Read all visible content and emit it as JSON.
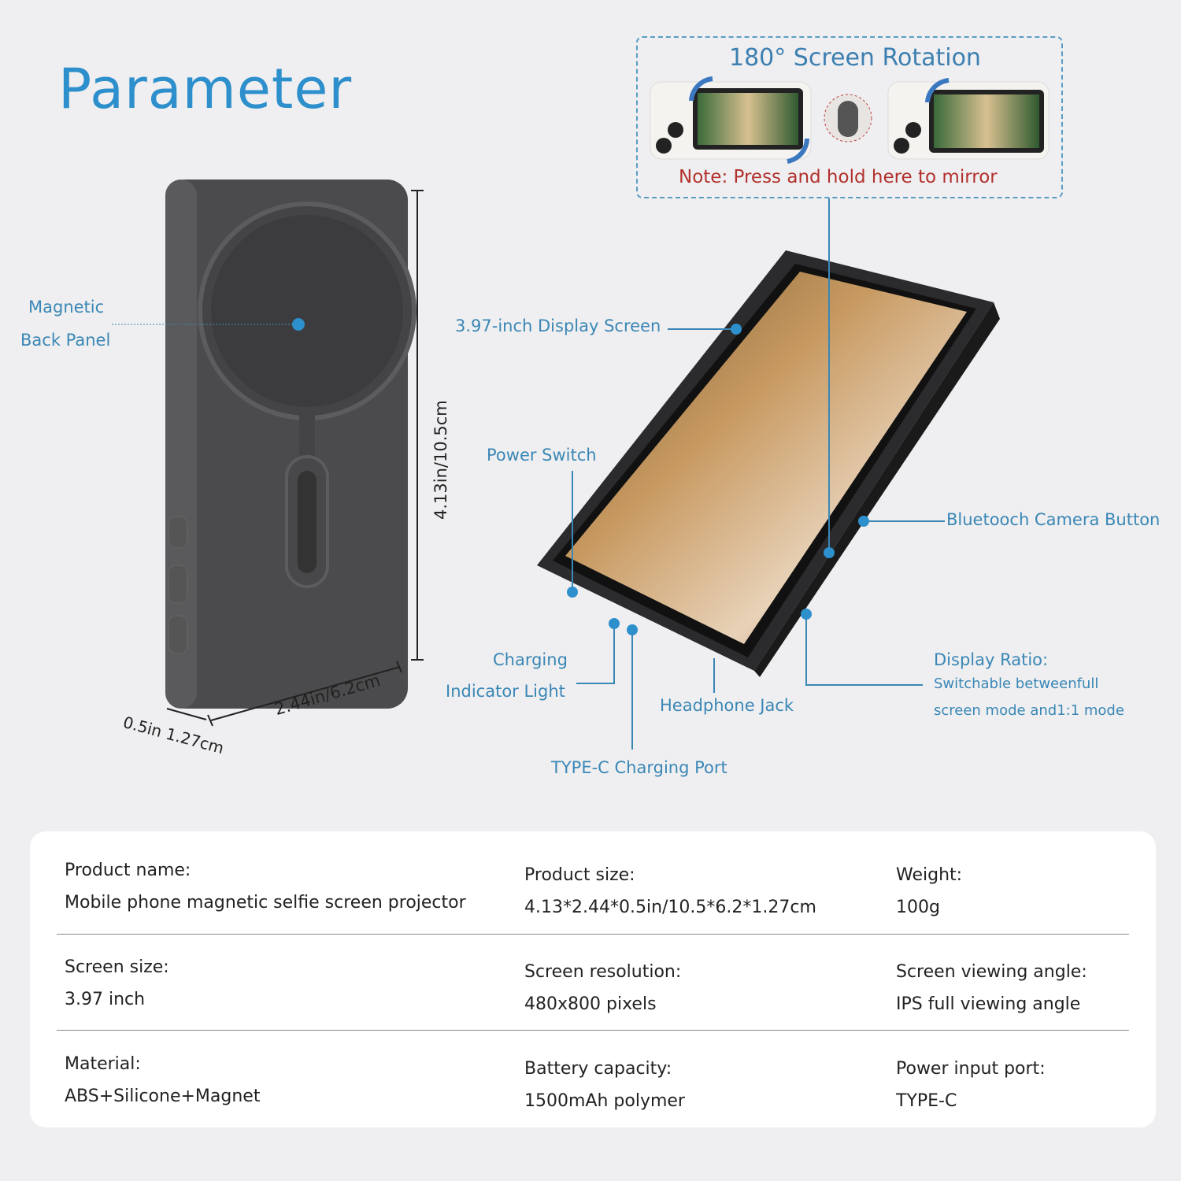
{
  "title": "Parameter",
  "rotation": {
    "title": "180° Screen Rotation",
    "note": "Note: Press and hold here to mirror"
  },
  "labels": {
    "magnetic_line1": "Magnetic",
    "magnetic_line2": "Back Panel",
    "display_screen": "3.97-inch Display Screen",
    "power_switch": "Power Switch",
    "bluetooth_button": "Bluetooch Camera Button",
    "charging_line1": "Charging",
    "charging_line2": "Indicator Light",
    "headphone": "Headphone Jack",
    "type_c": "TYPE-C Charging Port",
    "display_ratio_title": "Display Ratio:",
    "display_ratio_line1": "Switchable betweenfull",
    "display_ratio_line2": "screen mode and1:1 mode"
  },
  "dimensions": {
    "height": "4.13in/10.5cm",
    "width": "2.44in/6.2cm",
    "depth": "0.5in 1.27cm"
  },
  "specs": [
    [
      {
        "label": "Product name:",
        "value": "Mobile phone magnetic selfie screen projector"
      },
      {
        "label": "Product size:",
        "value": "4.13*2.44*0.5in/10.5*6.2*1.27cm"
      },
      {
        "label": "Weight:",
        "value": "100g"
      }
    ],
    [
      {
        "label": "Screen size:",
        "value": "3.97 inch"
      },
      {
        "label": "Screen resolution:",
        "value": "480x800 pixels"
      },
      {
        "label": "Screen viewing angle:",
        "value": "IPS full viewing angle"
      }
    ],
    [
      {
        "label": "Material:",
        "value": "ABS+Silicone+Magnet"
      },
      {
        "label": "Battery capacity:",
        "value": "1500mAh polymer"
      },
      {
        "label": "Power input port:",
        "value": "TYPE-C"
      }
    ]
  ]
}
